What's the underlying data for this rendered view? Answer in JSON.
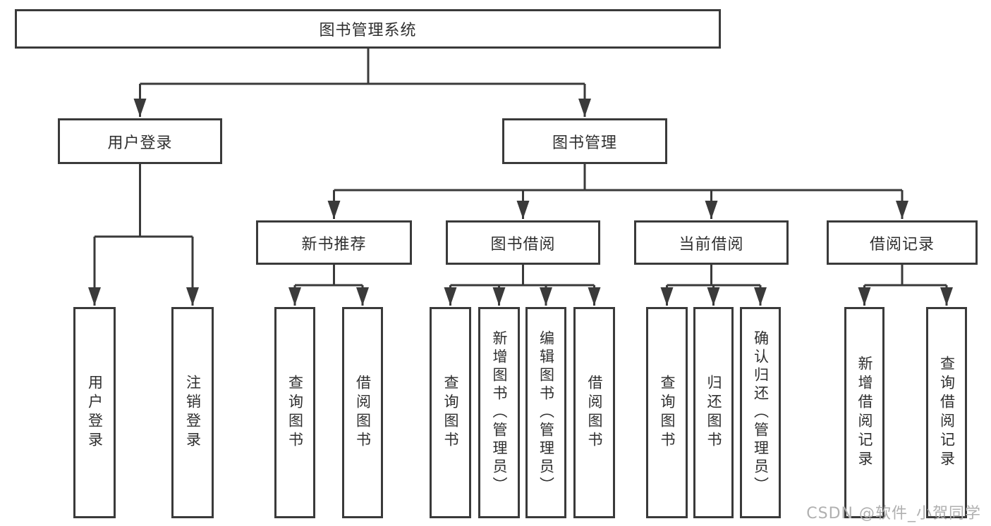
{
  "diagram": {
    "type": "hierarchy-tree",
    "root": "图书管理系统",
    "level2": [
      "用户登录",
      "图书管理"
    ],
    "level3": [
      "新书推荐",
      "图书借阅",
      "当前借阅",
      "借阅记录"
    ],
    "leaves": {
      "user_login": [
        "用户登录",
        "注销登录"
      ],
      "new_book": [
        "查询图书",
        "借阅图书"
      ],
      "book_borrow": [
        "查询图书",
        "新增图书（管理员）",
        "编辑图书（管理员）",
        "借阅图书"
      ],
      "current_borrow": [
        "查询图书",
        "归还图书",
        "确认归还（管理员）"
      ],
      "borrow_record": [
        "新增借阅记录",
        "查询借阅记录"
      ]
    }
  },
  "watermark": "CSDN @软件_小贺同学",
  "colors": {
    "line": "#3a3a3a",
    "text": "#2f2f2f",
    "watermark": "#b0b0b0",
    "background": "#ffffff"
  }
}
